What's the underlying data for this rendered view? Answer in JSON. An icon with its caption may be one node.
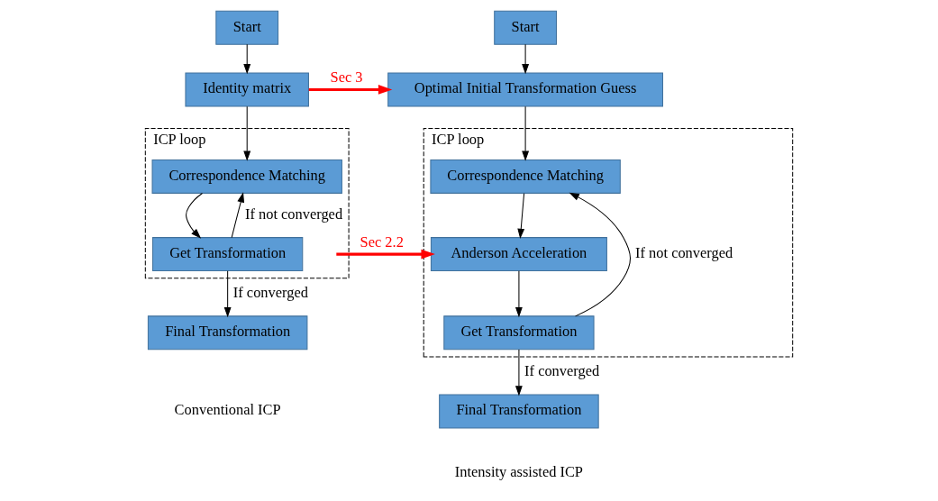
{
  "diagram": {
    "nodes": [
      {
        "text": [
          "Start"
        ]
      },
      {
        "text": [
          "Identity matrix"
        ]
      },
      {
        "text": [
          "ICP loop"
        ]
      },
      {
        "text": [
          "Correspondence Matching"
        ],
        "in": 2
      },
      {
        "text": [
          "Get Transformation"
        ],
        "in": 2
      },
      {
        "text": [
          "Final Transformation"
        ]
      },
      {
        "text": [
          "Start"
        ]
      },
      {
        "text": [
          "Optimal Initial Transformation Guess"
        ]
      },
      {
        "text": [
          "ICP loop"
        ]
      },
      {
        "text": [
          "Correspondence Matching"
        ],
        "in": 8
      },
      {
        "text": [
          "Anderson Acceleration"
        ],
        "in": 8
      },
      {
        "text": [
          "Get Transformation"
        ],
        "in": 8
      },
      {
        "text": [
          "Final Transformation"
        ]
      }
    ],
    "edges": [
      {
        "from": 0,
        "to": 1,
        "arrow": "to"
      },
      {
        "from": 1,
        "to": 3,
        "arrow": "to"
      },
      {
        "from": 3,
        "to": 4,
        "arrow": "to"
      },
      {
        "from": 4,
        "to": 3,
        "arrow": "to",
        "label": "If not converged"
      },
      {
        "from": 4,
        "to": 5,
        "arrow": "to",
        "label": "If converged"
      },
      {
        "from": 1,
        "to": 7,
        "arrow": "to",
        "label": "Sec 3",
        "style": "thick",
        "color": "#ff0000"
      },
      {
        "from": null,
        "to": 10,
        "arrow": "to",
        "label": "Sec 2.2",
        "style": "thick",
        "color": "#ff0000"
      },
      {
        "from": 6,
        "to": 7,
        "arrow": "to"
      },
      {
        "from": 7,
        "to": 9,
        "arrow": "to"
      },
      {
        "from": 9,
        "to": 10,
        "arrow": "to"
      },
      {
        "from": 10,
        "to": 11,
        "arrow": "to"
      },
      {
        "from": 11,
        "to": 9,
        "arrow": "to",
        "label": "If not converged"
      },
      {
        "from": 11,
        "to": 12,
        "arrow": "to",
        "label": "If converged"
      }
    ],
    "labels": [
      "Conventional ICP",
      "Intensity assisted ICP"
    ]
  }
}
